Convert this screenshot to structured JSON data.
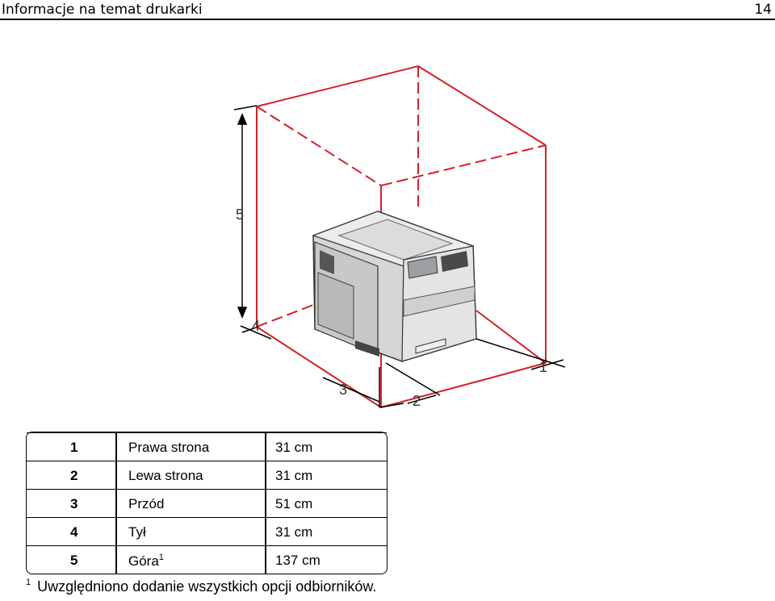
{
  "header": {
    "title": "Informacje na temat drukarki",
    "page_number": "14"
  },
  "diagram": {
    "labels": [
      "1",
      "2",
      "3",
      "4",
      "5"
    ]
  },
  "clearances": [
    {
      "num": "1",
      "side": "Prawa strona",
      "distance": "31 cm"
    },
    {
      "num": "2",
      "side": "Lewa strona",
      "distance": "31 cm"
    },
    {
      "num": "3",
      "side": "Przód",
      "distance": "51 cm"
    },
    {
      "num": "4",
      "side": "Tył",
      "distance": "31 cm"
    },
    {
      "num": "5",
      "side": "Góra",
      "side_sup": "1",
      "distance": "137 cm"
    }
  ],
  "footnote": {
    "marker": "1",
    "text": "Uwzględniono dodanie wszystkich opcji odbiorników."
  },
  "colors": {
    "clearance_box": "#d4202a",
    "printer_body": "#e2e2e2",
    "printer_dark": "#4a4a4a"
  }
}
